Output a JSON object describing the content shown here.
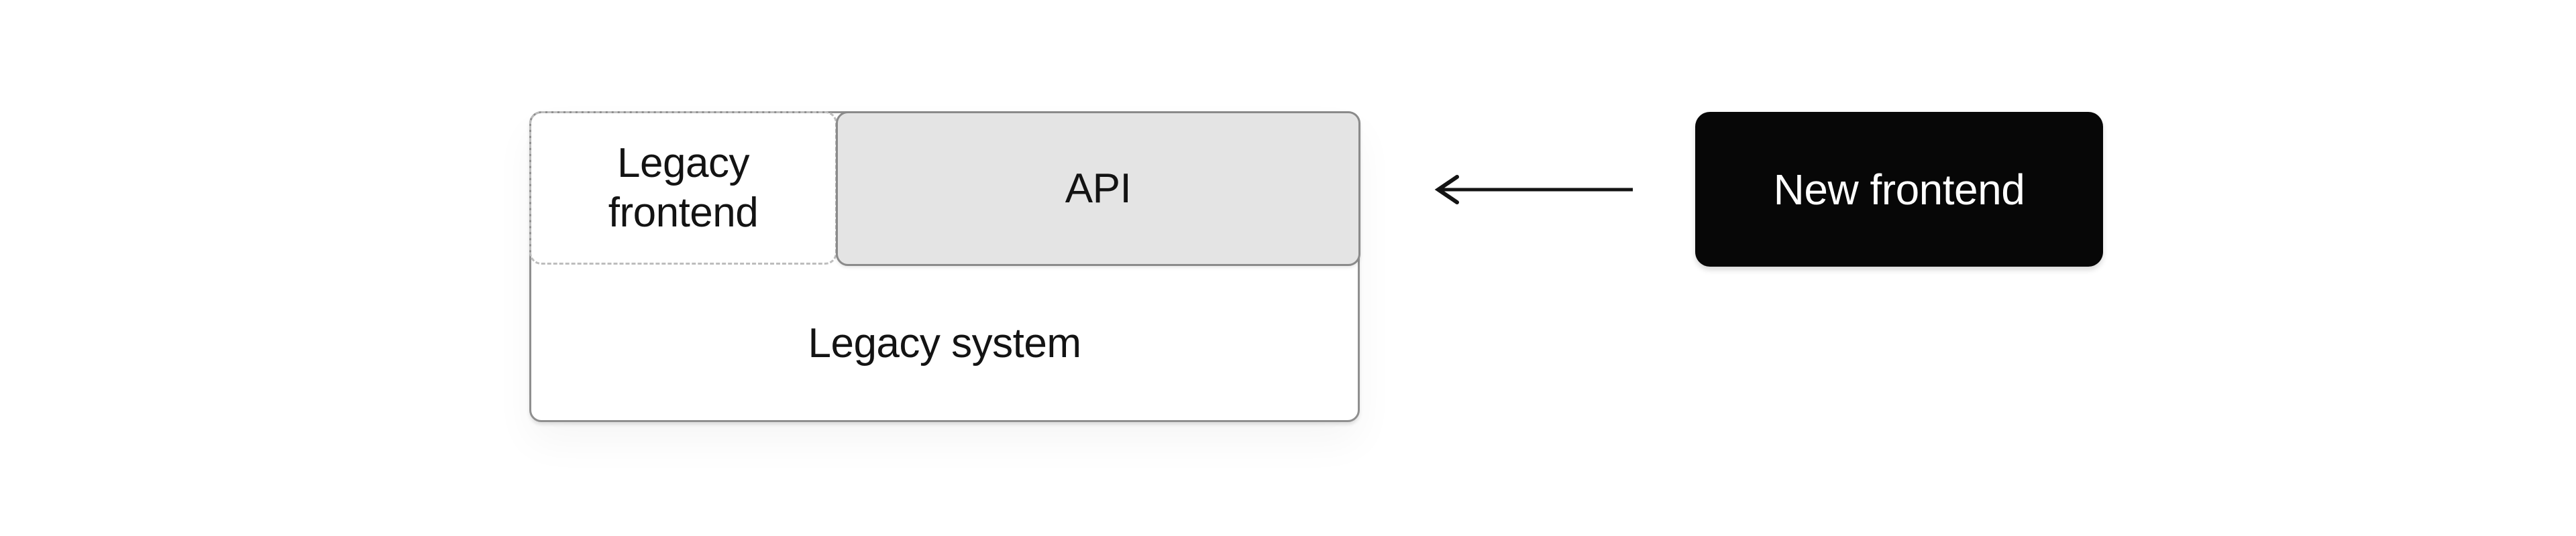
{
  "diagram": {
    "legacy_system": {
      "label": "Legacy system"
    },
    "legacy_frontend": {
      "label": "Legacy frontend"
    },
    "api": {
      "label": "API"
    },
    "new_frontend": {
      "label": "New frontend"
    },
    "arrow": {
      "direction": "left",
      "from": "New frontend",
      "to": "API"
    }
  },
  "colors": {
    "border_gray": "#8f8f8f",
    "dash_gray": "#bdbdbd",
    "api_fill": "#e4e4e4",
    "api_border": "#8a8a8a",
    "node_black": "#070707",
    "arrow_color": "#141414",
    "text_dark": "#131313",
    "text_light": "#ffffff",
    "canvas_bg": "#ffffff"
  }
}
